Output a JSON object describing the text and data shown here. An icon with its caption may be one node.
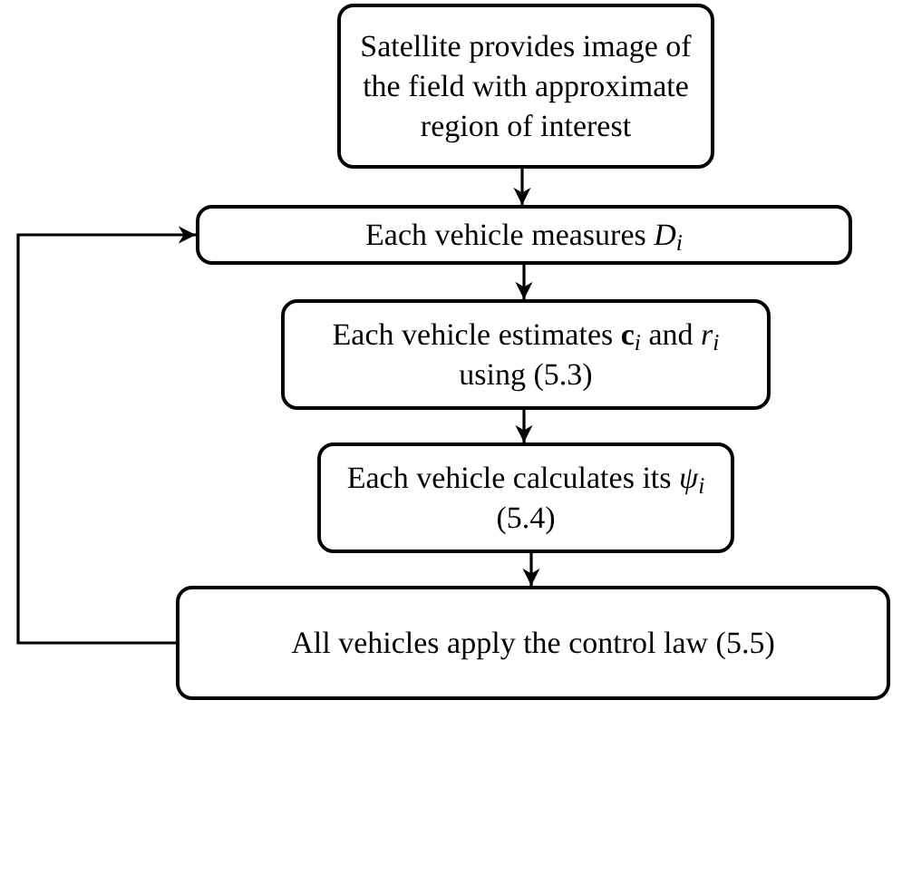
{
  "diagram": {
    "nodes": [
      {
        "text": [
          "Satellite provides image of the field with approximate region of interest"
        ]
      },
      {
        "text": [
          "Each vehicle measures *D*$_{i}$"
        ]
      },
      {
        "text": [
          "Each vehicle estimates **c**$_{i}$ and *r*$_{i}$ using (5.3)"
        ]
      },
      {
        "text": [
          "Each vehicle calculates its *ψ*$_{i}$ (5.4)"
        ]
      },
      {
        "text": [
          "All vehicles apply the control law (5.5)"
        ]
      }
    ],
    "edges": [
      {
        "from": 0,
        "to": 1,
        "arrow": "to"
      },
      {
        "from": 1,
        "to": 2,
        "arrow": "to"
      },
      {
        "from": 2,
        "to": 3,
        "arrow": "to"
      },
      {
        "from": 3,
        "to": 4,
        "arrow": "to"
      },
      {
        "from": 4,
        "to": 1,
        "arrow": "to"
      }
    ]
  }
}
